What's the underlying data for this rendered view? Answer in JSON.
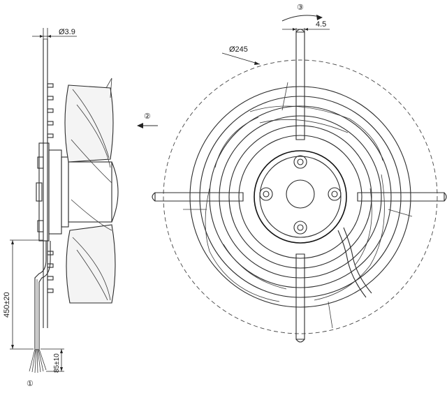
{
  "diagram": {
    "labels": {
      "wire_diameter": "Ø3.9",
      "guard_diameter": "Ø245",
      "offset": "4.5",
      "cable_length": "450±20",
      "wire_strip_length": "85±10"
    },
    "markers": {
      "cable": "①",
      "airflow": "②",
      "rotation": "③"
    }
  }
}
